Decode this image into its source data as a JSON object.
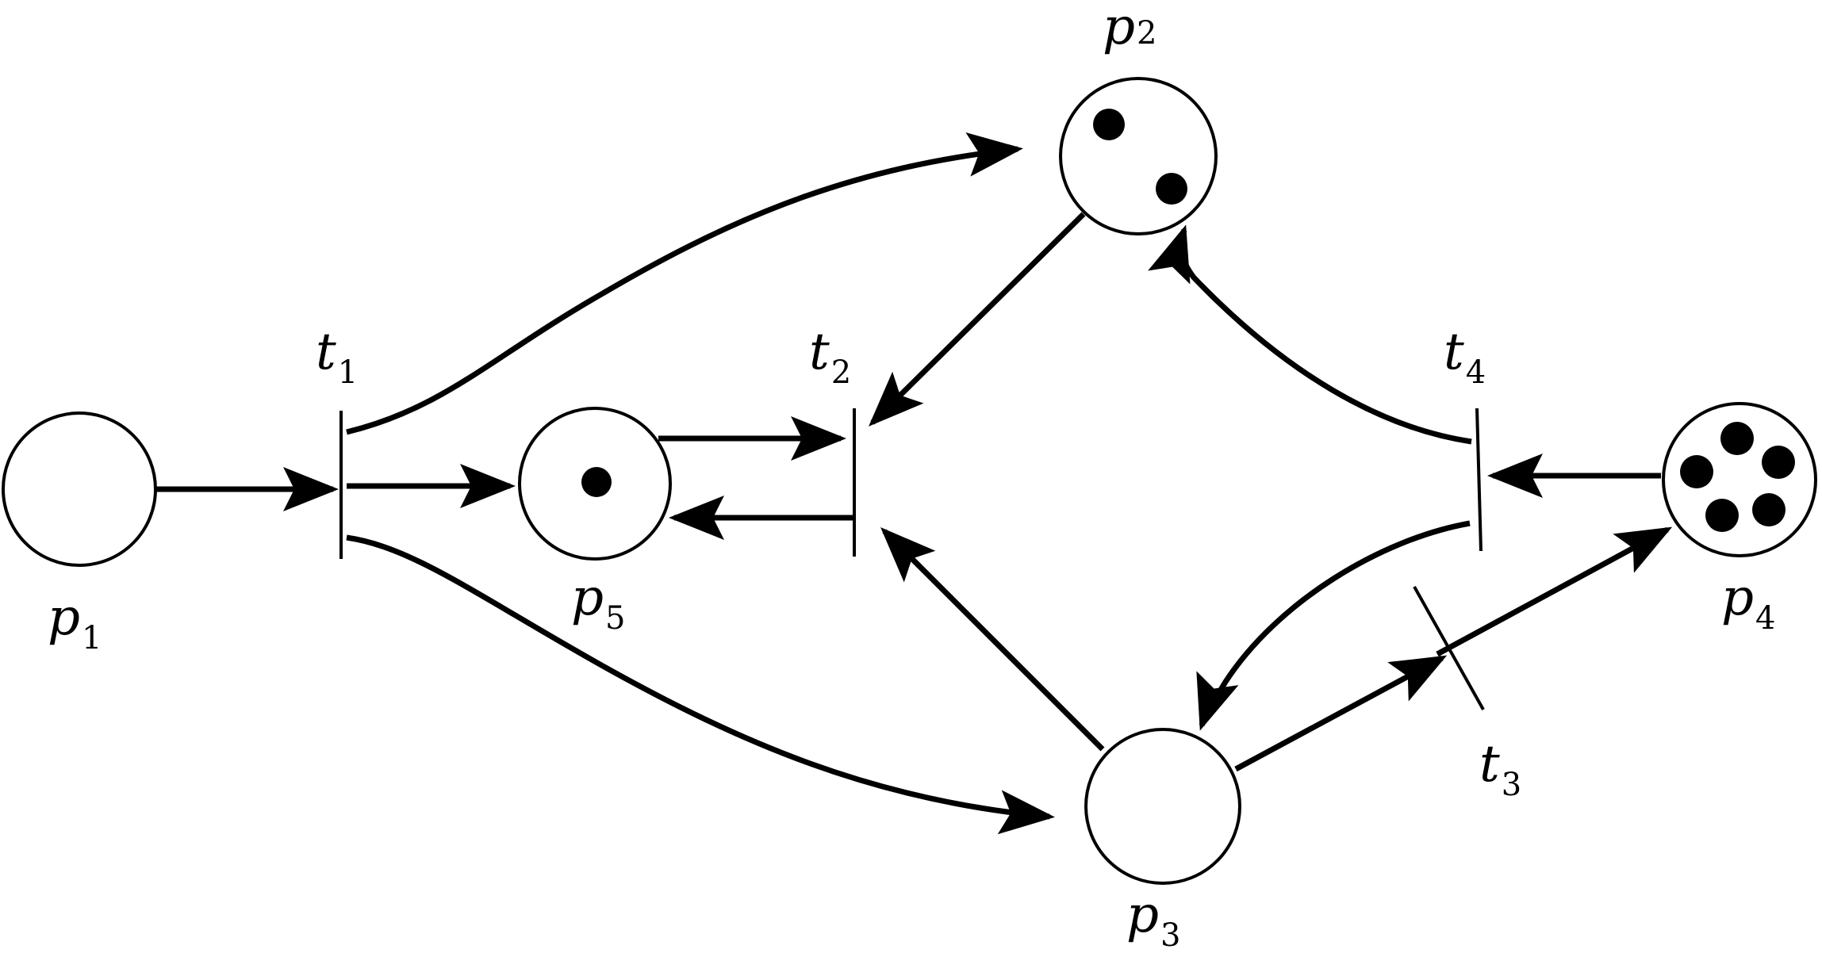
{
  "places": [
    {
      "id": "p1",
      "name": "p",
      "sub": "1",
      "tokens": 0
    },
    {
      "id": "p2",
      "name": "p",
      "sub": "2",
      "tokens": 2
    },
    {
      "id": "p3",
      "name": "p",
      "sub": "3",
      "tokens": 0
    },
    {
      "id": "p4",
      "name": "p",
      "sub": "4",
      "tokens": 5
    },
    {
      "id": "p5",
      "name": "p",
      "sub": "5",
      "tokens": 1
    }
  ],
  "transitions": [
    {
      "id": "t1",
      "name": "t",
      "sub": "1"
    },
    {
      "id": "t2",
      "name": "t",
      "sub": "2"
    },
    {
      "id": "t3",
      "name": "t",
      "sub": "3"
    },
    {
      "id": "t4",
      "name": "t",
      "sub": "4"
    }
  ],
  "arcs": [
    {
      "from": "p1",
      "to": "t1"
    },
    {
      "from": "t1",
      "to": "p2"
    },
    {
      "from": "t1",
      "to": "p5"
    },
    {
      "from": "t1",
      "to": "p3"
    },
    {
      "from": "p5",
      "to": "t2"
    },
    {
      "from": "t2",
      "to": "p5"
    },
    {
      "from": "p2",
      "to": "t2"
    },
    {
      "from": "p3",
      "to": "t2"
    },
    {
      "from": "p3",
      "to": "t3"
    },
    {
      "from": "t3",
      "to": "p4"
    },
    {
      "from": "p4",
      "to": "t4"
    },
    {
      "from": "t4",
      "to": "p2"
    },
    {
      "from": "t4",
      "to": "p3"
    }
  ]
}
